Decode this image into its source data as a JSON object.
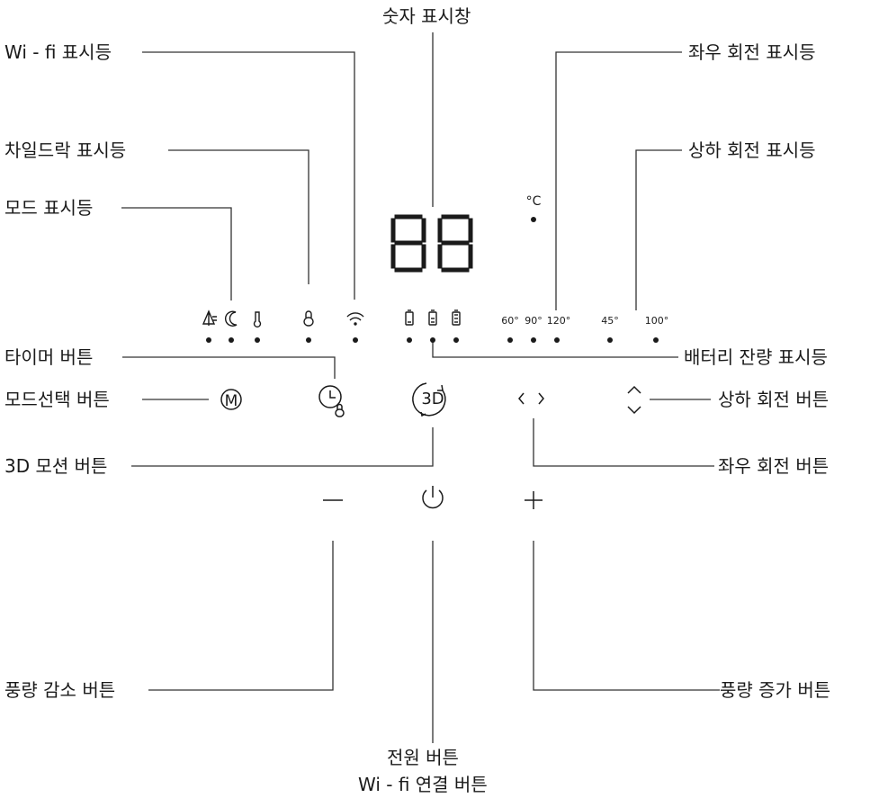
{
  "labels": {
    "number_display": "숫자 표시창",
    "wifi_indicator": "Wi - fi 표시등",
    "childlock_indicator": "차일드락 표시등",
    "mode_indicator": "모드 표시등",
    "timer_button": "타이머 버튼",
    "mode_select_button": "모드선택 버튼",
    "motion_3d_button": "3D 모션 버튼",
    "fan_down_button": "풍량 감소 버튼",
    "power_button": "전원 버튼",
    "wifi_connect_button": "Wi - fi 연결 버튼",
    "horizontal_rotation_indicator": "좌우 회전 표시등",
    "vertical_rotation_indicator": "상하 회전 표시등",
    "battery_indicator": "배터리 잔량 표시등",
    "vertical_rotation_button": "상하 회전 버튼",
    "horizontal_rotation_button": "좌우 회전 버튼",
    "fan_up_button": "풍량 증가 버튼"
  },
  "panel": {
    "display_digits": "88",
    "celsius_unit": "°C",
    "mode_button_glyph": "M",
    "motion_3d_glyph": "3D",
    "minus_glyph": "—",
    "plus_glyph": "+",
    "horizontal_angles": [
      "60°",
      "90°",
      "120°"
    ],
    "vertical_angles": [
      "45°",
      "100°"
    ]
  },
  "icons": {
    "mode": [
      "tree-icon",
      "moon-icon",
      "thermometer-icon"
    ],
    "lock": "lock-icon",
    "wifi": "wifi-icon",
    "battery": [
      "battery-low-icon",
      "battery-mid-icon",
      "battery-full-icon"
    ],
    "timer": "clock-icon",
    "power": "power-icon",
    "rotate": "rotate-3d-icon",
    "lr": "left-right-chevron-icon",
    "ud": "up-down-chevron-icon"
  },
  "colors": {
    "ink": "#1a1a1a",
    "line": "#333333"
  }
}
